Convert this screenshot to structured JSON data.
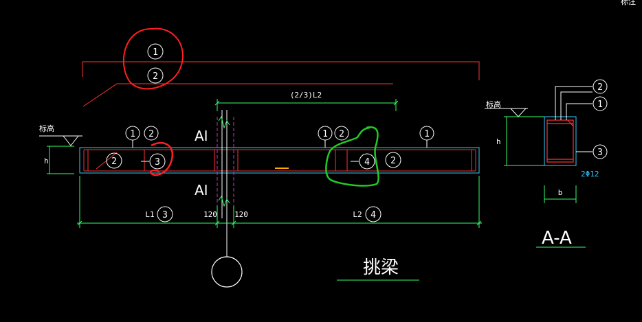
{
  "drawing": {
    "title": "挑梁",
    "section_title": "A-A",
    "corner_label": "标注",
    "elevation_label_left": "标高",
    "elevation_label_right": "标高",
    "height_label_left": "h",
    "height_label_right": "h",
    "width_label": "b",
    "top_dimension": "(2/3)L2",
    "section_mark_top": "AI",
    "section_mark_bottom": "AI",
    "dim_l1": "L1",
    "dim_l2": "L2",
    "wall_left": "120",
    "wall_right": "120",
    "section_rebar_note": "2Φ12",
    "bubbles": {
      "n1": "1",
      "n2": "2",
      "n3": "3",
      "n4": "4"
    }
  },
  "colors": {
    "background": "#000000",
    "beam_outline": "#33ccff",
    "rebar": "#ff3333",
    "dimension": "#33ff66",
    "markup_red": "#ff2020",
    "markup_green": "#22cc22",
    "wall": "#cc33cc",
    "text": "#ffffff"
  }
}
